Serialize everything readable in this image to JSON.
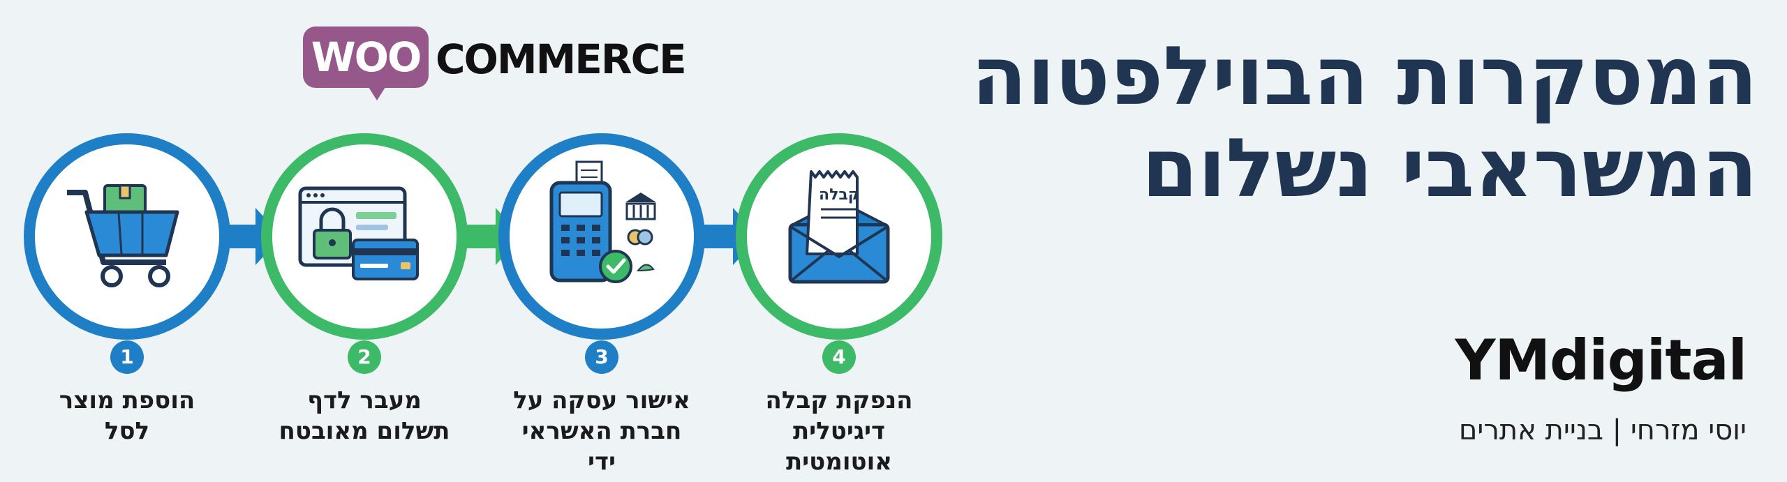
{
  "title": {
    "line1": "המסקרות הבוילפטוה",
    "line2": "המשראבי נשלום"
  },
  "brand": {
    "name": "YMdigital",
    "tagline": "יוסי מזרחי | בניית אתרים"
  },
  "logo": {
    "woo": "WOO",
    "commerce": "COMMERCE",
    "badge_color": "#96588a"
  },
  "colors": {
    "blue": "#1f7fc6",
    "green": "#3dba68",
    "navy": "#1f3552"
  },
  "receipt_text": "קבלה",
  "steps": [
    {
      "number": "1",
      "label_lines": [
        "הוספת מוצר",
        "לסל"
      ],
      "icon": "shopping-cart-icon",
      "ring": "blue"
    },
    {
      "number": "2",
      "label_lines": [
        "מעבר לדף",
        "תשלום מאובטח"
      ],
      "icon": "secure-payment-icon",
      "ring": "green"
    },
    {
      "number": "3",
      "label_lines": [
        "אישור עסקה על",
        "חברת האשראי",
        "ידי"
      ],
      "icon": "payment-terminal-icon",
      "ring": "blue"
    },
    {
      "number": "4",
      "label_lines": [
        "הנפקת קבלה",
        "דיגיטלית",
        "אוטומטית"
      ],
      "icon": "receipt-envelope-icon",
      "ring": "green"
    }
  ]
}
